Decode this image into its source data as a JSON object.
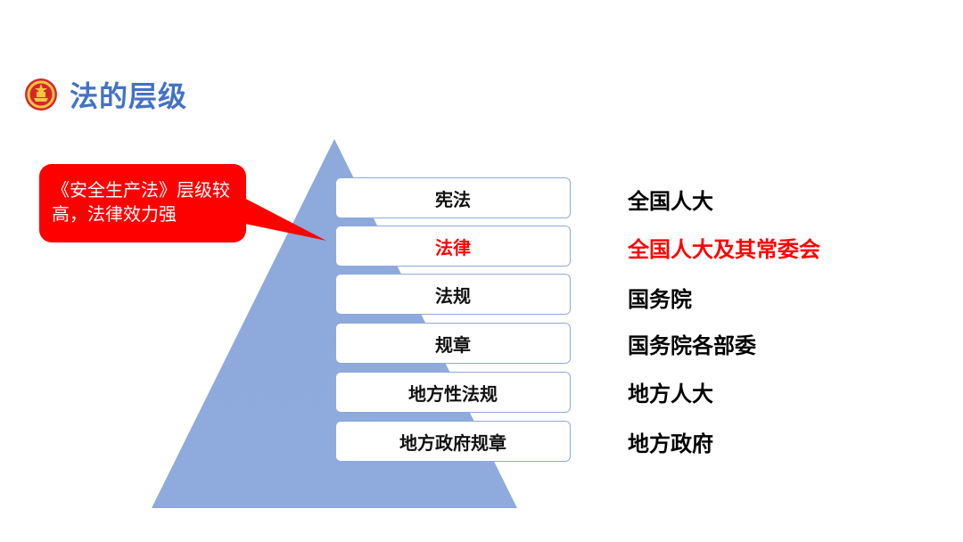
{
  "title": "法的层级",
  "callout": {
    "text": "《安全生产法》层级较高，法律效力强"
  },
  "levels": [
    {
      "label": "宪法",
      "authority": "全国人大",
      "highlight": false
    },
    {
      "label": "法律",
      "authority": "全国人大及其常委会",
      "highlight": true
    },
    {
      "label": "法规",
      "authority": "国务院",
      "highlight": false
    },
    {
      "label": "规章",
      "authority": "国务院各部委",
      "highlight": false
    },
    {
      "label": "地方性法规",
      "authority": "地方人大",
      "highlight": false
    },
    {
      "label": "地方政府规章",
      "authority": "地方政府",
      "highlight": false
    }
  ],
  "colors": {
    "title": "#4472c4",
    "pyramid": "#8faadc",
    "callout": "#ff0000",
    "highlight": "#ff0000"
  },
  "icons": {
    "emblem": "national-emblem-icon"
  }
}
